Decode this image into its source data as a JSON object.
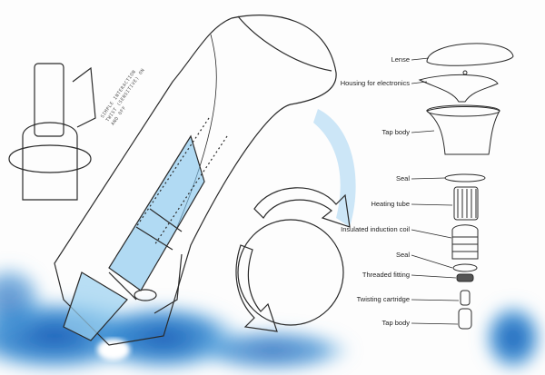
{
  "handwritten_note": [
    "SIMPLE INTERACTION",
    "TWIST (SENSITIVE) ON",
    "AND OFF"
  ],
  "exploded_view": {
    "labels": [
      "Lense",
      "Housing for electronics",
      "Tap body",
      "Seal",
      "Heating tube",
      "Insulated induction coil",
      "Seal",
      "Threaded fitting",
      "Twisting cartridge",
      "Tap body"
    ]
  },
  "colors": {
    "water": "#3aa0dc",
    "ink": "#2a2a2a",
    "wash": "#1f6fc0"
  }
}
